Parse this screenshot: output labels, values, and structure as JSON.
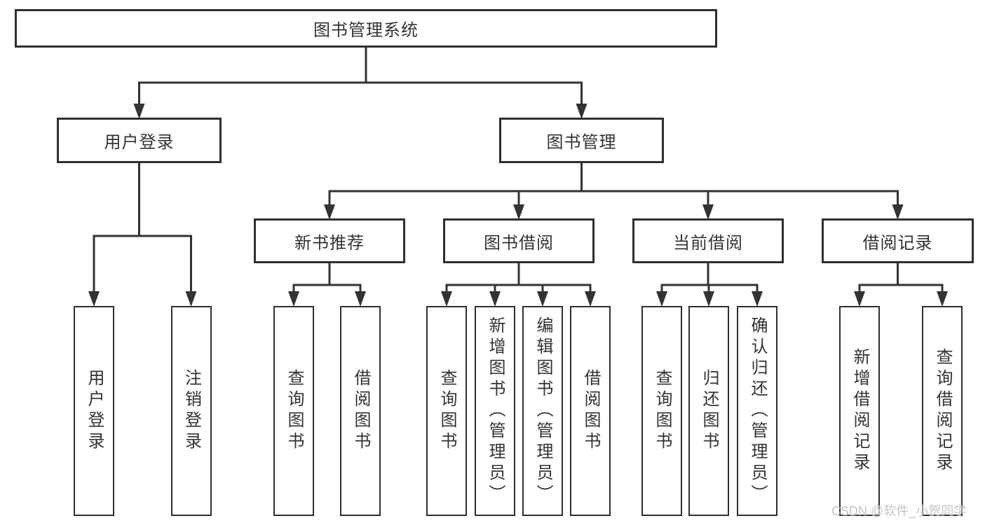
{
  "tree": {
    "root": {
      "label": "图书管理系统"
    },
    "branches": [
      {
        "label": "用户登录",
        "children": [
          {
            "label": "用户登录"
          },
          {
            "label": "注销登录"
          }
        ]
      },
      {
        "label": "图书管理",
        "groups": [
          {
            "label": "新书推荐",
            "children": [
              {
                "label": "查询图书"
              },
              {
                "label": "借阅图书"
              }
            ]
          },
          {
            "label": "图书借阅",
            "children": [
              {
                "label": "查询图书"
              },
              {
                "label": "新增图书（管理员）"
              },
              {
                "label": "编辑图书（管理员）"
              },
              {
                "label": "借阅图书"
              }
            ]
          },
          {
            "label": "当前借阅",
            "children": [
              {
                "label": "查询图书"
              },
              {
                "label": "归还图书"
              },
              {
                "label": "确认归还（管理员）"
              }
            ]
          },
          {
            "label": "借阅记录",
            "children": [
              {
                "label": "新增借阅记录"
              },
              {
                "label": "查询借阅记录"
              }
            ]
          }
        ]
      }
    ]
  },
  "watermark": "CSDN @软件_小贺同学",
  "style": {
    "line_color": "#333333",
    "box_border_color": "#2f2f2f",
    "box_fill": "#ffffff",
    "text_color": "#333333",
    "watermark_color": "#c4c4c4",
    "background": "#ffffff"
  }
}
